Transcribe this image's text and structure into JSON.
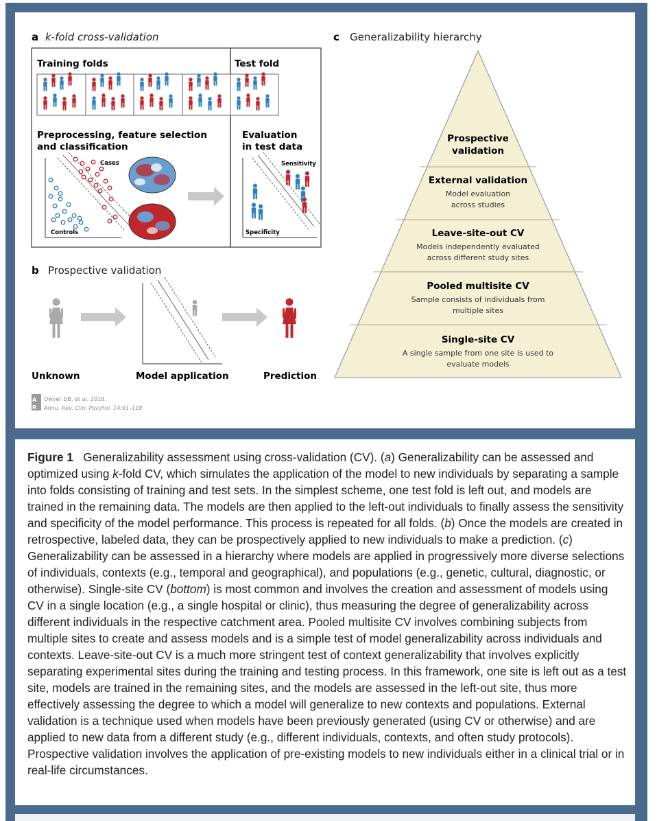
{
  "panel_a": {
    "letter": "a",
    "title": "k-fold cross-validation",
    "training_folds_label": "Training folds",
    "test_fold_label": "Test fold",
    "preprocessing_label_line1": "Preprocessing, feature selection",
    "preprocessing_label_line2": "and classification",
    "evaluation_label_line1": "Evaluation",
    "evaluation_label_line2": "in test data",
    "cases_label": "Cases",
    "controls_label": "Controls",
    "sensitivity_label": "Sensitivity",
    "specificity_label": "Specificity"
  },
  "panel_b": {
    "letter": "b",
    "title": "Prospective validation",
    "unknown_label": "Unknown",
    "model_application_label": "Model application",
    "prediction_label": "Prediction"
  },
  "panel_c": {
    "letter": "c",
    "title": "Generalizability hierarchy",
    "levels": [
      {
        "title": "Prospective",
        "title2": "validation",
        "desc1": "",
        "desc2": ""
      },
      {
        "title": "External validation",
        "title2": "",
        "desc1": "Model evaluation",
        "desc2": "across studies"
      },
      {
        "title": "Leave-site-out CV",
        "title2": "",
        "desc1": "Models independently evaluated",
        "desc2": "across different study sites"
      },
      {
        "title": "Pooled multisite CV",
        "title2": "",
        "desc1": "Sample consists of individuals from",
        "desc2": "multiple sites"
      },
      {
        "title": "Single-site CV",
        "title2": "",
        "desc1": "A single sample from one site is used to",
        "desc2": "evaluate models"
      }
    ]
  },
  "credit": {
    "logo_letters": "AR",
    "line1": "Dwyer DB, et al. 2018.",
    "line2": "Annu. Rev. Clin. Psychol. 14:91–118"
  },
  "caption": {
    "figure_label": "Figure 1",
    "s1": "Generalizability assessment using cross-validation (CV). (",
    "a": "a",
    "s2": ") Generalizability can be assessed and optimized using ",
    "k": "k",
    "s3": "-fold CV, which simulates the application of the model to new individuals by separating a sample into folds consisting of training and test sets. In the simplest scheme, one test fold is left out, and models are trained in the remaining data. The models are then applied to the left-out individuals to finally assess the sensitivity and specificity of the model performance. This process is repeated for all folds. (",
    "b": "b",
    "s4": ") Once the models are created in retrospective, labeled data, they can be prospectively applied to new individuals to make a prediction. (",
    "c": "c",
    "s5": ") Generalizability can be assessed in a hierarchy where models are applied in progressively more diverse selections of individuals, contexts (e.g., temporal and geographical), and populations (e.g., genetic, cultural, diagnostic, or otherwise). Single-site CV (",
    "bottom": "bottom",
    "s6": ") is most common and involves the creation and assessment of models using CV in a single location (e.g., a single hospital or clinic), thus measuring the degree of generalizability across different individuals in the respective catchment area. Pooled multisite CV involves combining subjects from multiple sites to create and assess models and is a simple test of model generalizability across individuals and contexts. Leave-site-out CV is a much more stringent test of context generalizability that involves explicitly separating experimental sites during the training and testing process. In this framework, one site is left out as a test site, models are trained in the remaining sites, and the models are assessed in the left-out site, thus more effectively assessing the degree to which a model will generalize to new contexts and populations. External validation is a technique used when models have been previously generated (using CV or otherwise) and are applied to new data from a different study (e.g., different individuals, contexts, and often study protocols). Prospective validation involves the application of pre-existing models to new individuals either in a clinical trial or in real-life circumstances."
  },
  "colors": {
    "frame": "#4a6a8e",
    "blue_person": "#2f7fc1",
    "red_person": "#c0272d",
    "gray_person": "#a9a9a9",
    "pyramid_fill": "#f5efd3",
    "arrow": "#c8c8c8"
  }
}
